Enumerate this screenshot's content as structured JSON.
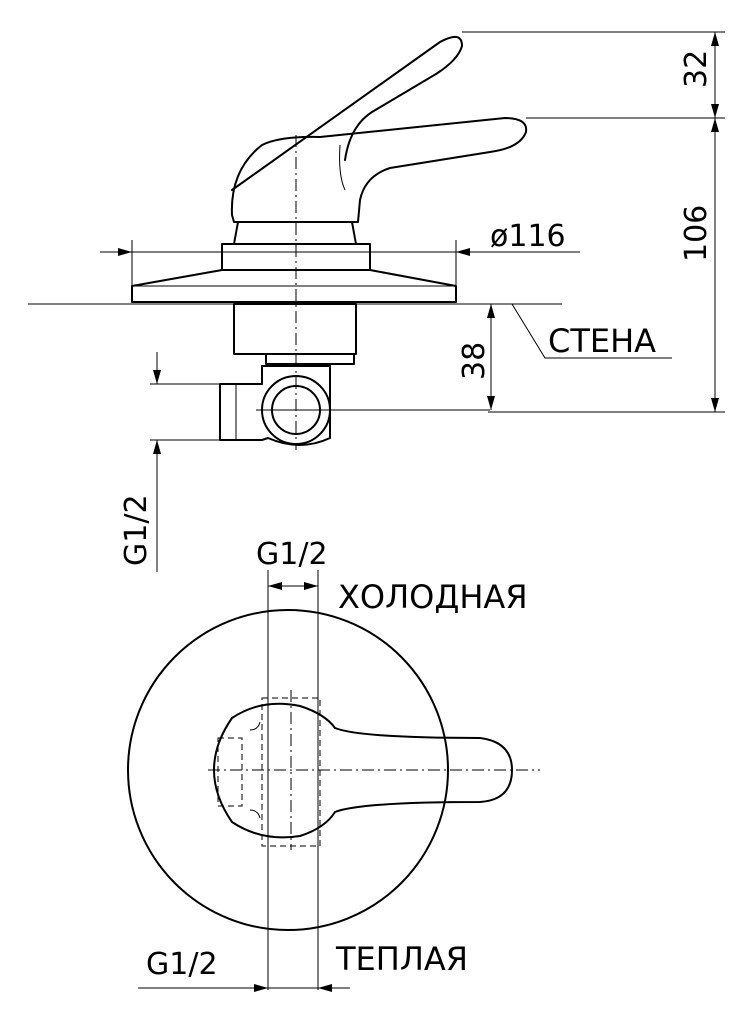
{
  "labels": {
    "dim_32": "32",
    "dim_106": "106",
    "dim_38": "38",
    "dim_diameter": "ø116",
    "wall": "СТЕНА",
    "thread_side": "G1/2",
    "thread_top": "G1/2",
    "thread_bottom": "G1/2",
    "cold": "ХОЛОДНАЯ",
    "warm": "ТЕПЛАЯ"
  }
}
